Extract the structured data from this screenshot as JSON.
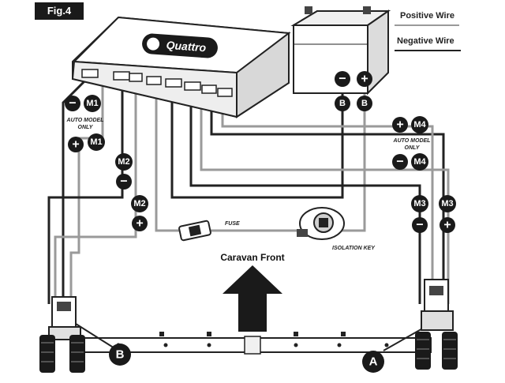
{
  "figure_label": "Fig.4",
  "legend": {
    "positive": "Positive Wire",
    "negative": "Negative Wire",
    "positive_color": "#9a9a9a",
    "negative_color": "#222222"
  },
  "control_box": {
    "brand": "Quattro"
  },
  "battery": {
    "minus": "−",
    "plus": "+",
    "b_left": "B",
    "b_right": "B"
  },
  "left_motors": {
    "m1_top": "M1",
    "m1_bottom": "M1",
    "auto_model": "AUTO MODEL",
    "only": "ONLY",
    "m2_top": "M2",
    "m2_bottom": "M2",
    "minus": "−",
    "plus": "+"
  },
  "right_motors": {
    "m4_top": "M4",
    "m4_bottom": "M4",
    "auto_model": "AUTO MODEL",
    "only": "ONLY",
    "m3_left": "M3",
    "m3_right": "M3",
    "minus": "−",
    "plus": "+"
  },
  "fuse_label": "FUSE",
  "isolation_key_label": "ISOLATION KEY",
  "caravan_front": "Caravan Front",
  "point_a": "A",
  "point_b": "B"
}
